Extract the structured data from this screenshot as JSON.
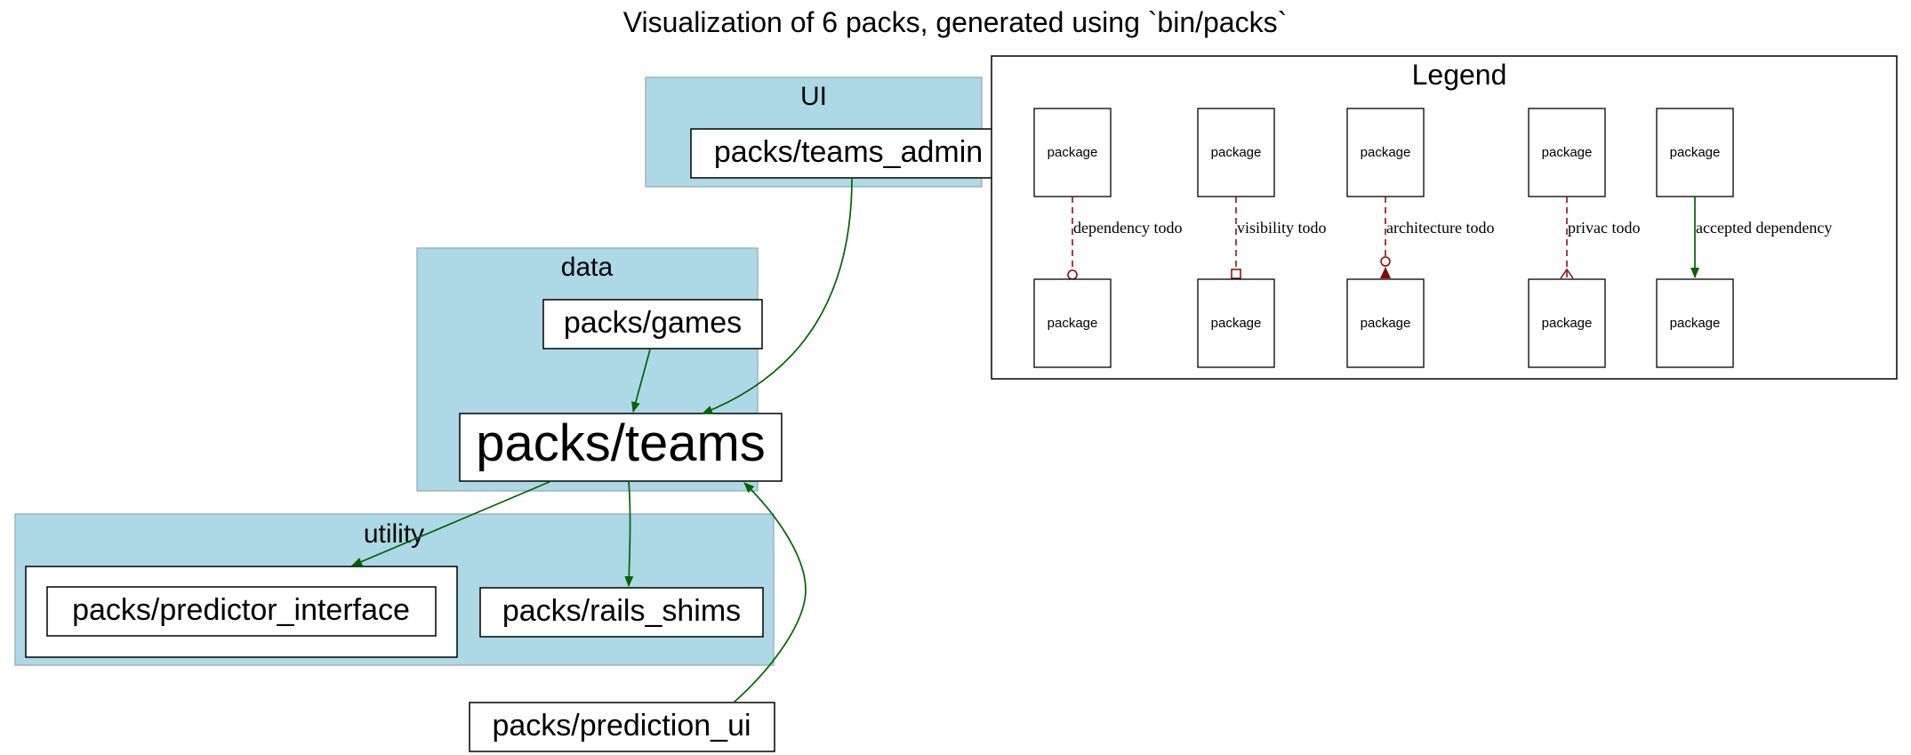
{
  "title": "Visualization of 6 packs, generated using `bin/packs`",
  "clusters": {
    "ui": "UI",
    "data": "data",
    "utility": "utility"
  },
  "nodes": {
    "teams_admin": "packs/teams_admin",
    "games": "packs/games",
    "teams": "packs/teams",
    "predictor_interface": "packs/predictor_interface",
    "rails_shims": "packs/rails_shims",
    "prediction_ui": "packs/prediction_ui"
  },
  "edges": [
    {
      "from": "packs/teams_admin",
      "to": "packs/teams",
      "kind": "accepted dependency"
    },
    {
      "from": "packs/games",
      "to": "packs/teams",
      "kind": "accepted dependency"
    },
    {
      "from": "packs/teams",
      "to": "packs/predictor_interface",
      "kind": "accepted dependency"
    },
    {
      "from": "packs/teams",
      "to": "packs/rails_shims",
      "kind": "accepted dependency"
    },
    {
      "from": "packs/prediction_ui",
      "to": "packs/teams",
      "kind": "accepted dependency"
    }
  ],
  "legend": {
    "title": "Legend",
    "node_label": "package",
    "items": [
      {
        "label": "dependency todo",
        "arrowhead": "open-circle",
        "color": "#8b0000"
      },
      {
        "label": "visibility todo",
        "arrowhead": "open-box",
        "color": "#8b0000"
      },
      {
        "label": "architecture todo",
        "arrowhead": "filled-triangle-with-circle",
        "color": "#8b0000"
      },
      {
        "label": "privac todo",
        "arrowhead": "crow",
        "color": "#8b0000"
      },
      {
        "label": "accepted dependency",
        "arrowhead": "normal",
        "color": "#006400"
      }
    ]
  },
  "colors": {
    "cluster_fill": "#add8e6",
    "cluster_border": "#9fb3bb",
    "accepted_edge": "#006400",
    "todo_edge": "#8b0000"
  }
}
